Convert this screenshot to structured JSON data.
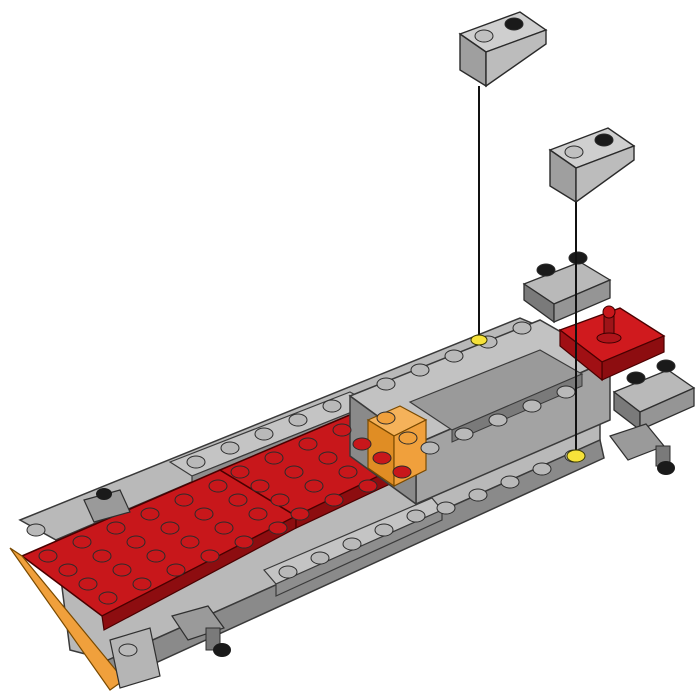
{
  "image": {
    "subject": "",
    "text": ""
  },
  "colors": {
    "background": "#ffffff",
    "light_gray": "#b9b9b9",
    "mid_gray": "#9a9a9a",
    "dark_gray": "#6f6f6f",
    "red": "#c8171b",
    "red_dark": "#8d0d10",
    "orange": "#f0a03c",
    "black": "#1a1a1a",
    "highlight_yellow": "#f6e23a"
  },
  "parts": {
    "chassis_plate": "gray-plate",
    "red_plates": 2,
    "orange_brick": 1,
    "slope_bricks_to_place": 2,
    "wheels_axles": 4,
    "lever": 1
  }
}
